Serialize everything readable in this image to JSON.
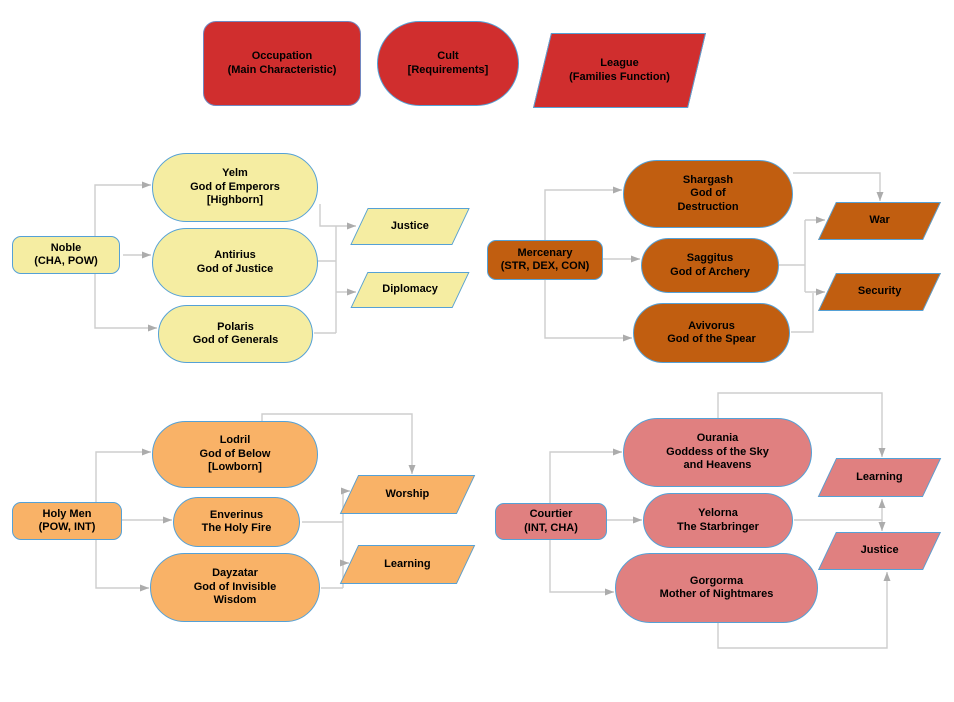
{
  "legend": {
    "occupation_label": "Occupation\n(Main Characteristic)",
    "cult_label": "Cult\n[Requirements]",
    "league_label": "League\n(Families Function)",
    "color": "#D02E2E"
  },
  "groups": {
    "noble": {
      "color": "#F5EDA2",
      "occupation": "Noble\n(CHA, POW)",
      "cults": {
        "yelm": "Yelm\nGod of Emperors\n[Highborn]",
        "antirius": "Antirius\nGod of Justice",
        "polaris": "Polaris\nGod of Generals"
      },
      "leagues": {
        "justice": "Justice",
        "diplomacy": "Diplomacy"
      }
    },
    "mercenary": {
      "color": "#C15E10",
      "occupation": "Mercenary\n(STR, DEX, CON)",
      "cults": {
        "shargash": "Shargash\nGod of\nDestruction",
        "saggitus": "Saggitus\nGod of Archery",
        "avivorus": "Avivorus\nGod of the Spear"
      },
      "leagues": {
        "war": "War",
        "security": "Security"
      }
    },
    "holy_men": {
      "color": "#F9B267",
      "occupation": "Holy Men\n(POW, INT)",
      "cults": {
        "lodril": "Lodril\nGod of Below\n[Lowborn]",
        "enverinus": "Enverinus\nThe Holy Fire",
        "dayzatar": "Dayzatar\nGod of Invisible\nWisdom"
      },
      "leagues": {
        "worship": "Worship",
        "learning": "Learning"
      }
    },
    "courtier": {
      "color": "#E08080",
      "occupation": "Courtier\n(INT, CHA)",
      "cults": {
        "ourania": "Ourania\nGoddess of the Sky\nand Heavens",
        "yelorna": "Yelorna\nThe Starbringer",
        "gorgorma": "Gorgorma\nMother of Nightmares"
      },
      "leagues": {
        "learning": "Learning",
        "justice": "Justice"
      }
    }
  },
  "style": {
    "node_border_color": "#55A1D6",
    "connector_color": "#CDCDCD",
    "arrowhead_color": "#ACACAC"
  }
}
